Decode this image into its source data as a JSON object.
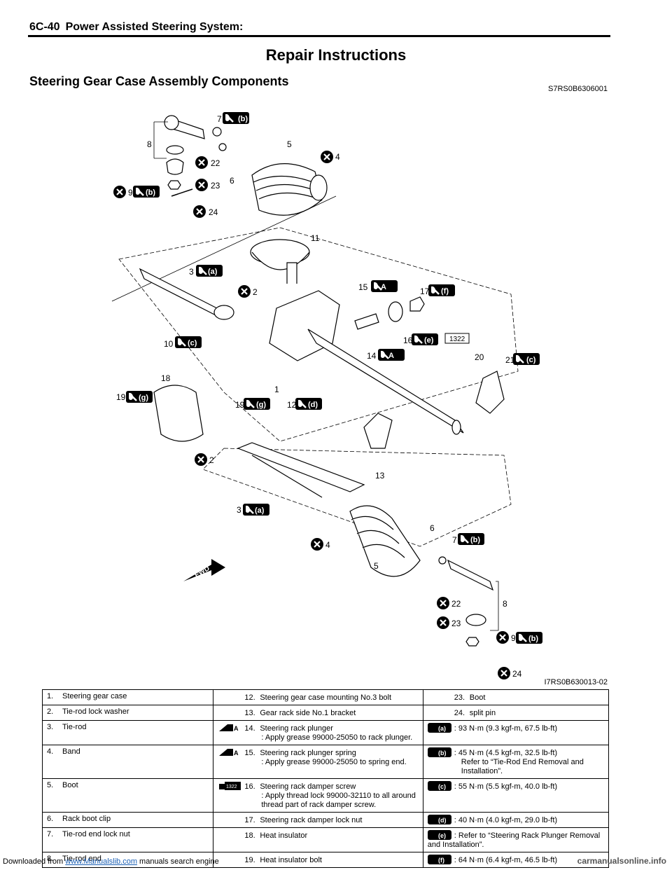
{
  "watermark": {
    "prefix": "Downloaded from ",
    "link": "www.Manualslib.com",
    "suffix": " manuals search engine"
  },
  "header": {
    "page_number": "6C-40",
    "section_title": "Power Assisted Steering System:"
  },
  "title": "Repair Instructions",
  "subtitle": "Steering Gear Case Assembly Components",
  "section_code": "S7RS0B6306001",
  "figure_id": "I7RS0B630013-02",
  "callouts": [
    "1",
    "2",
    "3",
    "4",
    "5",
    "6",
    "7",
    "8",
    "9",
    "10",
    "11",
    "12",
    "13",
    "14",
    "15",
    "16",
    "17",
    "18",
    "19",
    "20",
    "21",
    "22",
    "23",
    "24"
  ],
  "torque_codes": [
    "(a)",
    "(b)",
    "(c)",
    "(d)",
    "(e)",
    "(f)",
    "(g)"
  ],
  "grease_mark": "A",
  "threadlock_mark": "1322",
  "fwd_label": "FWD",
  "parts_table": {
    "rows": [
      {
        "c1": {
          "num": "1.",
          "text": "Steering gear case"
        },
        "c2": {
          "num": "12.",
          "text": "Steering gear case mounting No.3 bolt"
        },
        "c3": {
          "num": "23.",
          "text": "Boot"
        }
      },
      {
        "c1": {
          "num": "2.",
          "text": "Tie-rod lock washer"
        },
        "c2": {
          "num": "13.",
          "text": "Gear rack side No.1 bracket"
        },
        "c3": {
          "num": "24.",
          "text": "split pin"
        }
      },
      {
        "c1": {
          "num": "3.",
          "text": "Tie-rod"
        },
        "c2": {
          "num": "14.",
          "text": "Steering rack plunger",
          "note": ": Apply grease 99000-25050 to rack plunger."
        },
        "c3": {
          "code": "(a)",
          "text": ":   93 N·m (9.3 kgf-m, 67.5 lb-ft)"
        }
      },
      {
        "c1": {
          "num": "4.",
          "text": "Band"
        },
        "c2": {
          "num": "15.",
          "text": "Steering rack plunger spring",
          "note": ": Apply grease 99000-25050 to spring end."
        },
        "c3": {
          "code": "(b)",
          "text": ":   45 N·m (4.5 kgf-m, 32.5 lb-ft)",
          "note": "Refer to “Tie-Rod End Removal and Installation”."
        }
      },
      {
        "c1": {
          "num": "5.",
          "text": "Boot"
        },
        "c2": {
          "num": "16.",
          "text": "Steering rack damper screw",
          "note": ": Apply thread lock 99000-32110 to all around thread part of rack damper screw."
        },
        "c3": {
          "code": "(c)",
          "text": ":   55 N·m (5.5 kgf-m, 40.0 lb-ft)"
        }
      },
      {
        "c1": {
          "num": "6.",
          "text": "Rack boot clip"
        },
        "c2": {
          "num": "17.",
          "text": "Steering rack damper lock nut"
        },
        "c3": {
          "code": "(d)",
          "text": ":   40 N·m (4.0 kgf-m, 29.0 lb-ft)"
        }
      },
      {
        "c1": {
          "num": "7.",
          "text": "Tie-rod end lock nut"
        },
        "c2": {
          "num": "18.",
          "text": "Heat insulator"
        },
        "c3": {
          "code": "(e)",
          "text": ":   Refer to “Steering Rack Plunger Removal and Installation”."
        }
      },
      {
        "c1": {
          "num": "8.",
          "text": "Tie-rod end"
        },
        "c2": {
          "num": "19.",
          "text": "Heat insulator bolt"
        },
        "c3": {
          "code": "(f)",
          "text": ":   64 N·m (6.4 kgf-m, 46.5 lb-ft)"
        }
      }
    ]
  },
  "footer_site": "carmanualsonline.info"
}
